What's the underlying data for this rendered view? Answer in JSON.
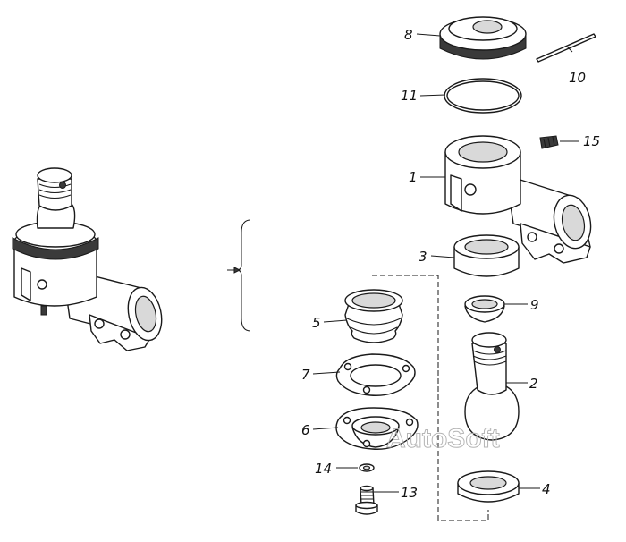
{
  "callouts": {
    "n1": "1",
    "n2": "2",
    "n3": "3",
    "n4": "4",
    "n5": "5",
    "n6": "6",
    "n7": "7",
    "n8": "8",
    "n9": "9",
    "n10": "10",
    "n11": "11",
    "n13": "13",
    "n14": "14",
    "n15": "15"
  },
  "watermark": "AutoSoft"
}
